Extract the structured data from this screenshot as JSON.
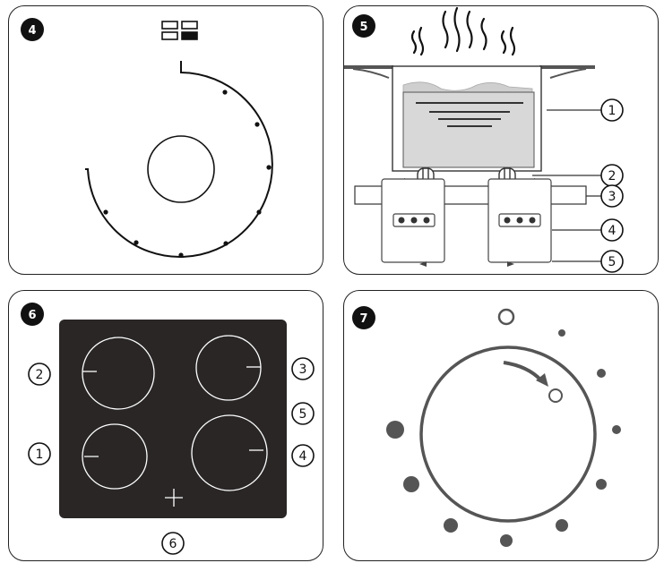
{
  "panels": {
    "p4": {
      "step": "4"
    },
    "p5": {
      "step": "5",
      "callouts": [
        "1",
        "2",
        "3",
        "4",
        "5"
      ]
    },
    "p6": {
      "step": "6",
      "left_labels": [
        "2",
        "1"
      ],
      "right_labels": [
        "3",
        "5",
        "4"
      ],
      "bottom_label": "6"
    },
    "p7": {
      "step": "7"
    }
  },
  "colors": {
    "ink": "#111111",
    "panel_border": "#222222",
    "hob_glass": "#2a2626",
    "pot_fill": "#d8d8d8",
    "dot_grey": "#555555"
  },
  "icons": [
    "heat-level-icon",
    "steam-icon",
    "cursor-plus-icon",
    "rotate-arrow-icon"
  ]
}
